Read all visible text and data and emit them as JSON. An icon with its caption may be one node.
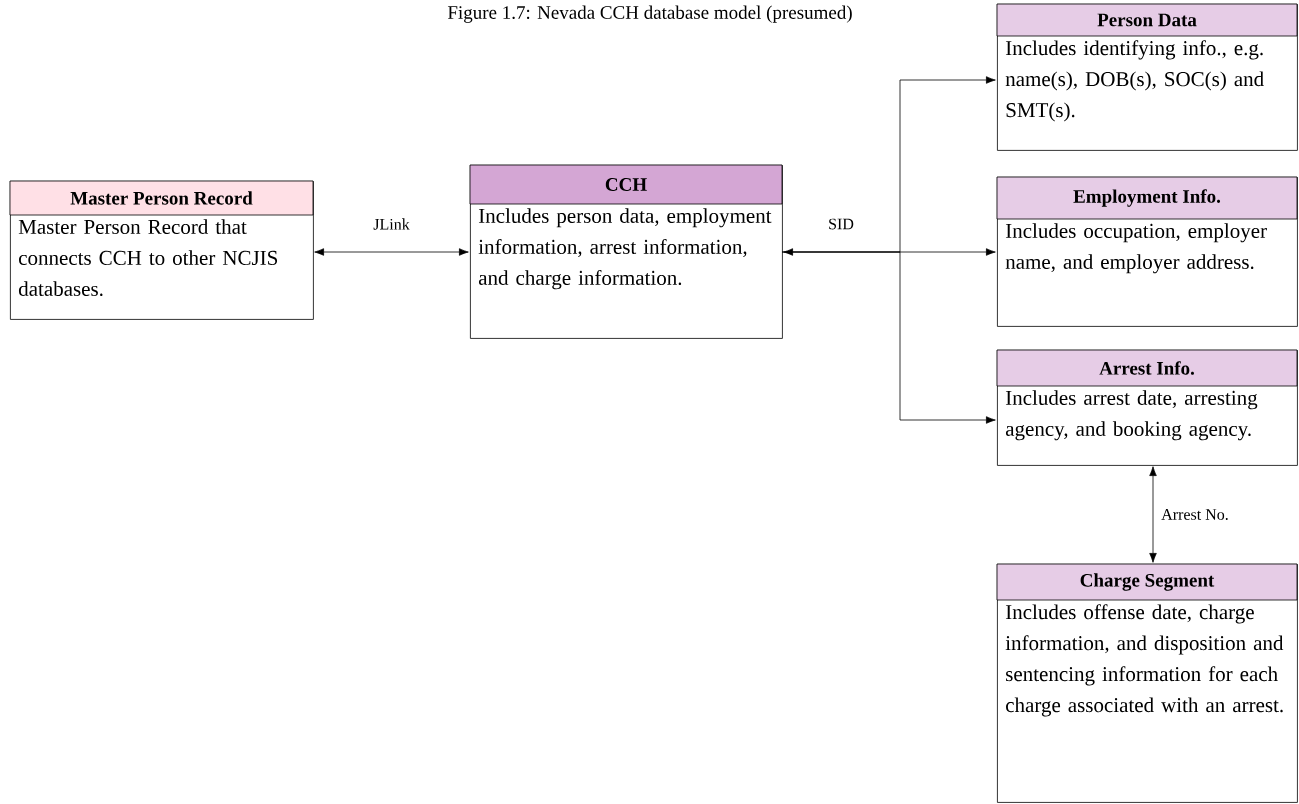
{
  "diagram": {
    "title": "Figure 1.7: Nevada CCH database model (presumed)",
    "nodes": [
      {
        "text": [
          "Master Person Record",
          "Master Person Record that connects CCH to other NCJIS databases."
        ]
      },
      {
        "text": [
          "CCH",
          "Includes person data, employment information, arrest information, and charge information."
        ]
      },
      {
        "text": [
          "Person Data",
          "Includes identifying info., e.g. name(s), DOB(s), SOC(s) and SMT(s)."
        ]
      },
      {
        "text": [
          "Employment Info.",
          "Includes occupation, employer name, and employer address."
        ]
      },
      {
        "text": [
          "Arrest Info.",
          "Includes arrest date, arresting agency, and booking agency."
        ]
      },
      {
        "text": [
          "Charge Segment",
          "Includes offense date, charge information, and disposition and sentencing information for each charge associated with an arrest."
        ]
      }
    ],
    "edges": [
      {
        "from": 0,
        "to": 1,
        "arrow": "both",
        "label": "JLink"
      },
      {
        "from": 1,
        "to": 2,
        "arrow": "to"
      },
      {
        "from": 1,
        "to": 3,
        "arrow": "both",
        "label": "SID"
      },
      {
        "from": 1,
        "to": 4,
        "arrow": "to"
      },
      {
        "from": 4,
        "to": 5,
        "arrow": "both",
        "label": "Arrest No."
      }
    ]
  }
}
